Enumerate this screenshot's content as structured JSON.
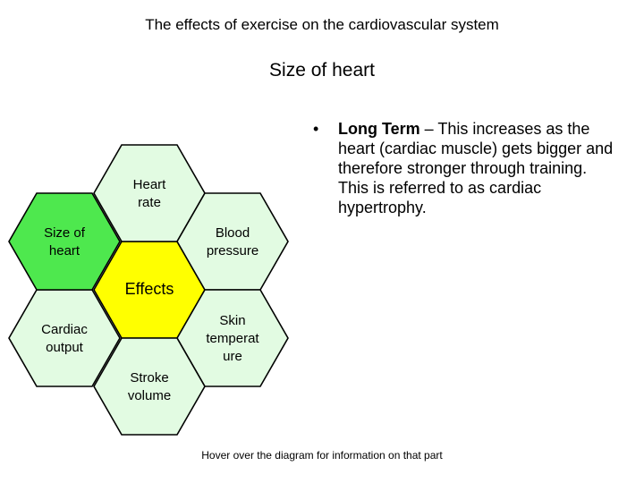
{
  "slide": {
    "title": "The effects of exercise on the cardiovascular system",
    "subtitle": "Size of heart",
    "hint": "Hover over the diagram for information on that part"
  },
  "bullet": {
    "marker": "•",
    "term": "Long Term",
    "text": " – This increases as the heart (cardiac muscle) gets bigger and therefore stronger through training.  This is referred to as cardiac hypertrophy."
  },
  "diagram": {
    "cells": [
      {
        "id": "effects",
        "lines": [
          "Effects"
        ],
        "fill": "#ffff00",
        "highlight": true
      },
      {
        "id": "heart-rate",
        "lines": [
          "Heart",
          "rate"
        ],
        "fill": "#e2fbe2"
      },
      {
        "id": "blood-pressure",
        "lines": [
          "Blood",
          "pressure"
        ],
        "fill": "#e2fbe2"
      },
      {
        "id": "skin-temperature",
        "lines": [
          "Skin",
          "temperat",
          "ure"
        ],
        "fill": "#e2fbe2"
      },
      {
        "id": "stroke-volume",
        "lines": [
          "Stroke",
          "volume"
        ],
        "fill": "#e2fbe2"
      },
      {
        "id": "cardiac-output",
        "lines": [
          "Cardiac",
          "output"
        ],
        "fill": "#e2fbe2"
      },
      {
        "id": "size-of-heart",
        "lines": [
          "Size of",
          "heart"
        ],
        "fill": "#4ee84e",
        "selected": true
      }
    ]
  }
}
